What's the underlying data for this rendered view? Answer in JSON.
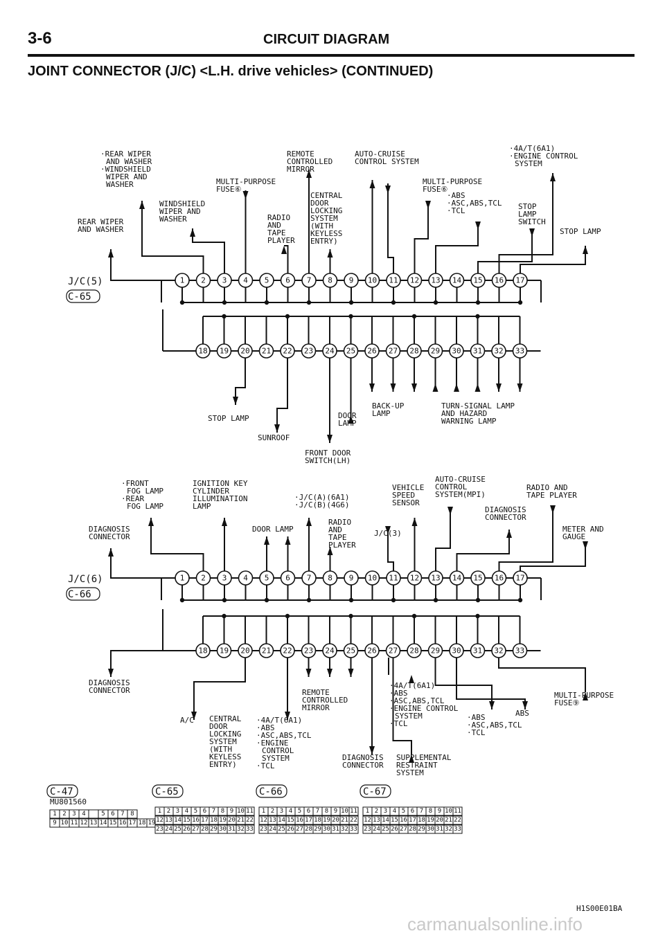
{
  "header": {
    "page_number": "3-6",
    "title": "CIRCUIT DIAGRAM"
  },
  "section_title": "JOINT CONNECTOR (J/C) <L.H. drive vehicles> (CONTINUED)",
  "jc5": {
    "label": "J/C(5)",
    "code": "C-65",
    "top_pins": [
      "1",
      "2",
      "3",
      "4",
      "5",
      "6",
      "7",
      "8",
      "9",
      "10",
      "11",
      "12",
      "13",
      "14",
      "15",
      "16",
      "17"
    ],
    "bottom_pins": [
      "18",
      "19",
      "20",
      "21",
      "22",
      "23",
      "24",
      "25",
      "26",
      "27",
      "28",
      "29",
      "30",
      "31",
      "32",
      "33"
    ],
    "labels": [
      {
        "lines": [
          "·REAR WIPER",
          "AND WASHER",
          "·WINDSHIELD",
          "WIPER AND",
          "WASHER"
        ]
      },
      {
        "lines": [
          "REAR WIPER",
          "AND WASHER"
        ]
      },
      {
        "lines": [
          "WINDSHIELD",
          "WIPER AND",
          "WASHER"
        ]
      },
      {
        "lines": [
          "MULTI-PURPOSE",
          "FUSE⑥"
        ]
      },
      {
        "lines": [
          "REMOTE",
          "CONTROLLED",
          "MIRROR"
        ]
      },
      {
        "lines": [
          "RADIO",
          "AND",
          "TAPE",
          "PLAYER"
        ]
      },
      {
        "lines": [
          "CENTRAL",
          "DOOR",
          "LOCKING",
          "SYSTEM",
          "(WITH",
          "KEYLESS",
          "ENTRY)"
        ]
      },
      {
        "lines": [
          "AUTO-CRUISE",
          "CONTROL SYSTEM"
        ]
      },
      {
        "lines": [
          "MULTI-PURPOSE",
          "FUSE⑥"
        ]
      },
      {
        "lines": [
          "·ABS",
          "·ASC,ABS,TCL",
          "·TCL"
        ]
      },
      {
        "lines": [
          "·4A/T(6A1)",
          "·ENGINE CONTROL",
          "SYSTEM"
        ]
      },
      {
        "lines": [
          "STOP",
          "LAMP",
          "SWITCH"
        ]
      },
      {
        "lines": [
          "STOP LAMP"
        ]
      },
      {
        "lines": [
          "STOP LAMP"
        ]
      },
      {
        "lines": [
          "SUNROOF"
        ]
      },
      {
        "lines": [
          "DOOR",
          "LAMP"
        ]
      },
      {
        "lines": [
          "FRONT DOOR",
          "SWITCH(LH)"
        ]
      },
      {
        "lines": [
          "BACK-UP",
          "LAMP"
        ]
      },
      {
        "lines": [
          "TURN-SIGNAL LAMP",
          "AND HAZARD",
          "WARNING LAMP"
        ]
      }
    ]
  },
  "jc6": {
    "label": "J/C(6)",
    "code": "C-66",
    "top_pins": [
      "1",
      "2",
      "3",
      "4",
      "5",
      "6",
      "7",
      "8",
      "9",
      "10",
      "11",
      "12",
      "13",
      "14",
      "15",
      "16",
      "17"
    ],
    "bottom_pins": [
      "18",
      "19",
      "20",
      "21",
      "22",
      "23",
      "24",
      "25",
      "26",
      "27",
      "28",
      "29",
      "30",
      "31",
      "32",
      "33"
    ],
    "labels": [
      {
        "lines": [
          "·FRONT",
          "FOG LAMP",
          "·REAR",
          "FOG LAMP"
        ]
      },
      {
        "lines": [
          "DIAGNOSIS",
          "CONNECTOR"
        ]
      },
      {
        "lines": [
          "IGNITION KEY",
          "CYLINDER",
          "ILLUMINATION",
          "LAMP"
        ]
      },
      {
        "lines": [
          "DOOR LAMP"
        ]
      },
      {
        "lines": [
          "·J/C(A)(6A1)",
          "·J/C(B)(4G6)"
        ]
      },
      {
        "lines": [
          "RADIO",
          "AND",
          "TAPE",
          "PLAYER"
        ]
      },
      {
        "lines": [
          "J/C(3)"
        ]
      },
      {
        "lines": [
          "VEHICLE",
          "SPEED",
          "SENSOR"
        ]
      },
      {
        "lines": [
          "AUTO-CRUISE",
          "CONTROL",
          "SYSTEM(MPI)"
        ]
      },
      {
        "lines": [
          "DIAGNOSIS",
          "CONNECTOR"
        ]
      },
      {
        "lines": [
          "RADIO AND",
          "TAPE PLAYER"
        ]
      },
      {
        "lines": [
          "METER AND",
          "GAUGE"
        ]
      },
      {
        "lines": [
          "DIAGNOSIS",
          "CONNECTOR"
        ]
      },
      {
        "lines": [
          "A/C"
        ]
      },
      {
        "lines": [
          "CENTRAL",
          "DOOR",
          "LOCKING",
          "SYSTEM",
          "(WITH",
          "KEYLESS",
          "ENTRY)"
        ]
      },
      {
        "lines": [
          "·4A/T(6A1)",
          "·ABS",
          "·ASC,ABS,TCL",
          "·ENGINE",
          "CONTROL",
          "SYSTEM",
          "·TCL"
        ]
      },
      {
        "lines": [
          "REMOTE",
          "CONTROLLED",
          "MIRROR"
        ]
      },
      {
        "lines": [
          "DIAGNOSIS",
          "CONNECTOR"
        ]
      },
      {
        "lines": [
          "·4A/T(6A1)",
          "·ABS",
          "·ASC,ABS,TCL",
          "·ENGINE CONTROL",
          "SYSTEM",
          "·TCL"
        ]
      },
      {
        "lines": [
          "SUPPLEMENTAL",
          "RESTRAINT",
          "SYSTEM"
        ]
      },
      {
        "lines": [
          "·ABS",
          "·ASC,ABS,TCL",
          "·TCL"
        ]
      },
      {
        "lines": [
          "ABS"
        ]
      },
      {
        "lines": [
          "MULTI-PURPOSE",
          "FUSE⑨"
        ]
      }
    ]
  },
  "connectors": [
    {
      "name": "C-47",
      "part": "MU801560",
      "row1": [
        "1",
        "2",
        "3",
        "4",
        "",
        "5",
        "6",
        "7",
        "8"
      ],
      "row2": [
        "9",
        "10",
        "11",
        "12",
        "13",
        "14",
        "15",
        "16",
        "17",
        "18",
        "19"
      ]
    },
    {
      "name": "C-65",
      "row1": [
        "1",
        "2",
        "3",
        "4",
        "5",
        "6",
        "7",
        "8",
        "9",
        "10",
        "11"
      ],
      "row2": [
        "12",
        "13",
        "14",
        "15",
        "16",
        "17",
        "18",
        "19",
        "20",
        "21",
        "22"
      ],
      "row3": [
        "23",
        "24",
        "25",
        "26",
        "27",
        "28",
        "29",
        "30",
        "31",
        "32",
        "33"
      ]
    },
    {
      "name": "C-66",
      "row1": [
        "1",
        "2",
        "3",
        "4",
        "5",
        "6",
        "7",
        "8",
        "9",
        "10",
        "11"
      ],
      "row2": [
        "12",
        "13",
        "14",
        "15",
        "16",
        "17",
        "18",
        "19",
        "20",
        "21",
        "22"
      ],
      "row3": [
        "23",
        "24",
        "25",
        "26",
        "27",
        "28",
        "29",
        "30",
        "31",
        "32",
        "33"
      ]
    },
    {
      "name": "C-67",
      "row1": [
        "1",
        "2",
        "3",
        "4",
        "5",
        "6",
        "7",
        "8",
        "9",
        "10",
        "11"
      ],
      "row2": [
        "12",
        "13",
        "14",
        "15",
        "16",
        "17",
        "18",
        "19",
        "20",
        "21",
        "22"
      ],
      "row3": [
        "23",
        "24",
        "25",
        "26",
        "27",
        "28",
        "29",
        "30",
        "31",
        "32",
        "33"
      ]
    }
  ],
  "figure_id": "H1S00E01BA",
  "watermark": "carmanualsonline.info"
}
